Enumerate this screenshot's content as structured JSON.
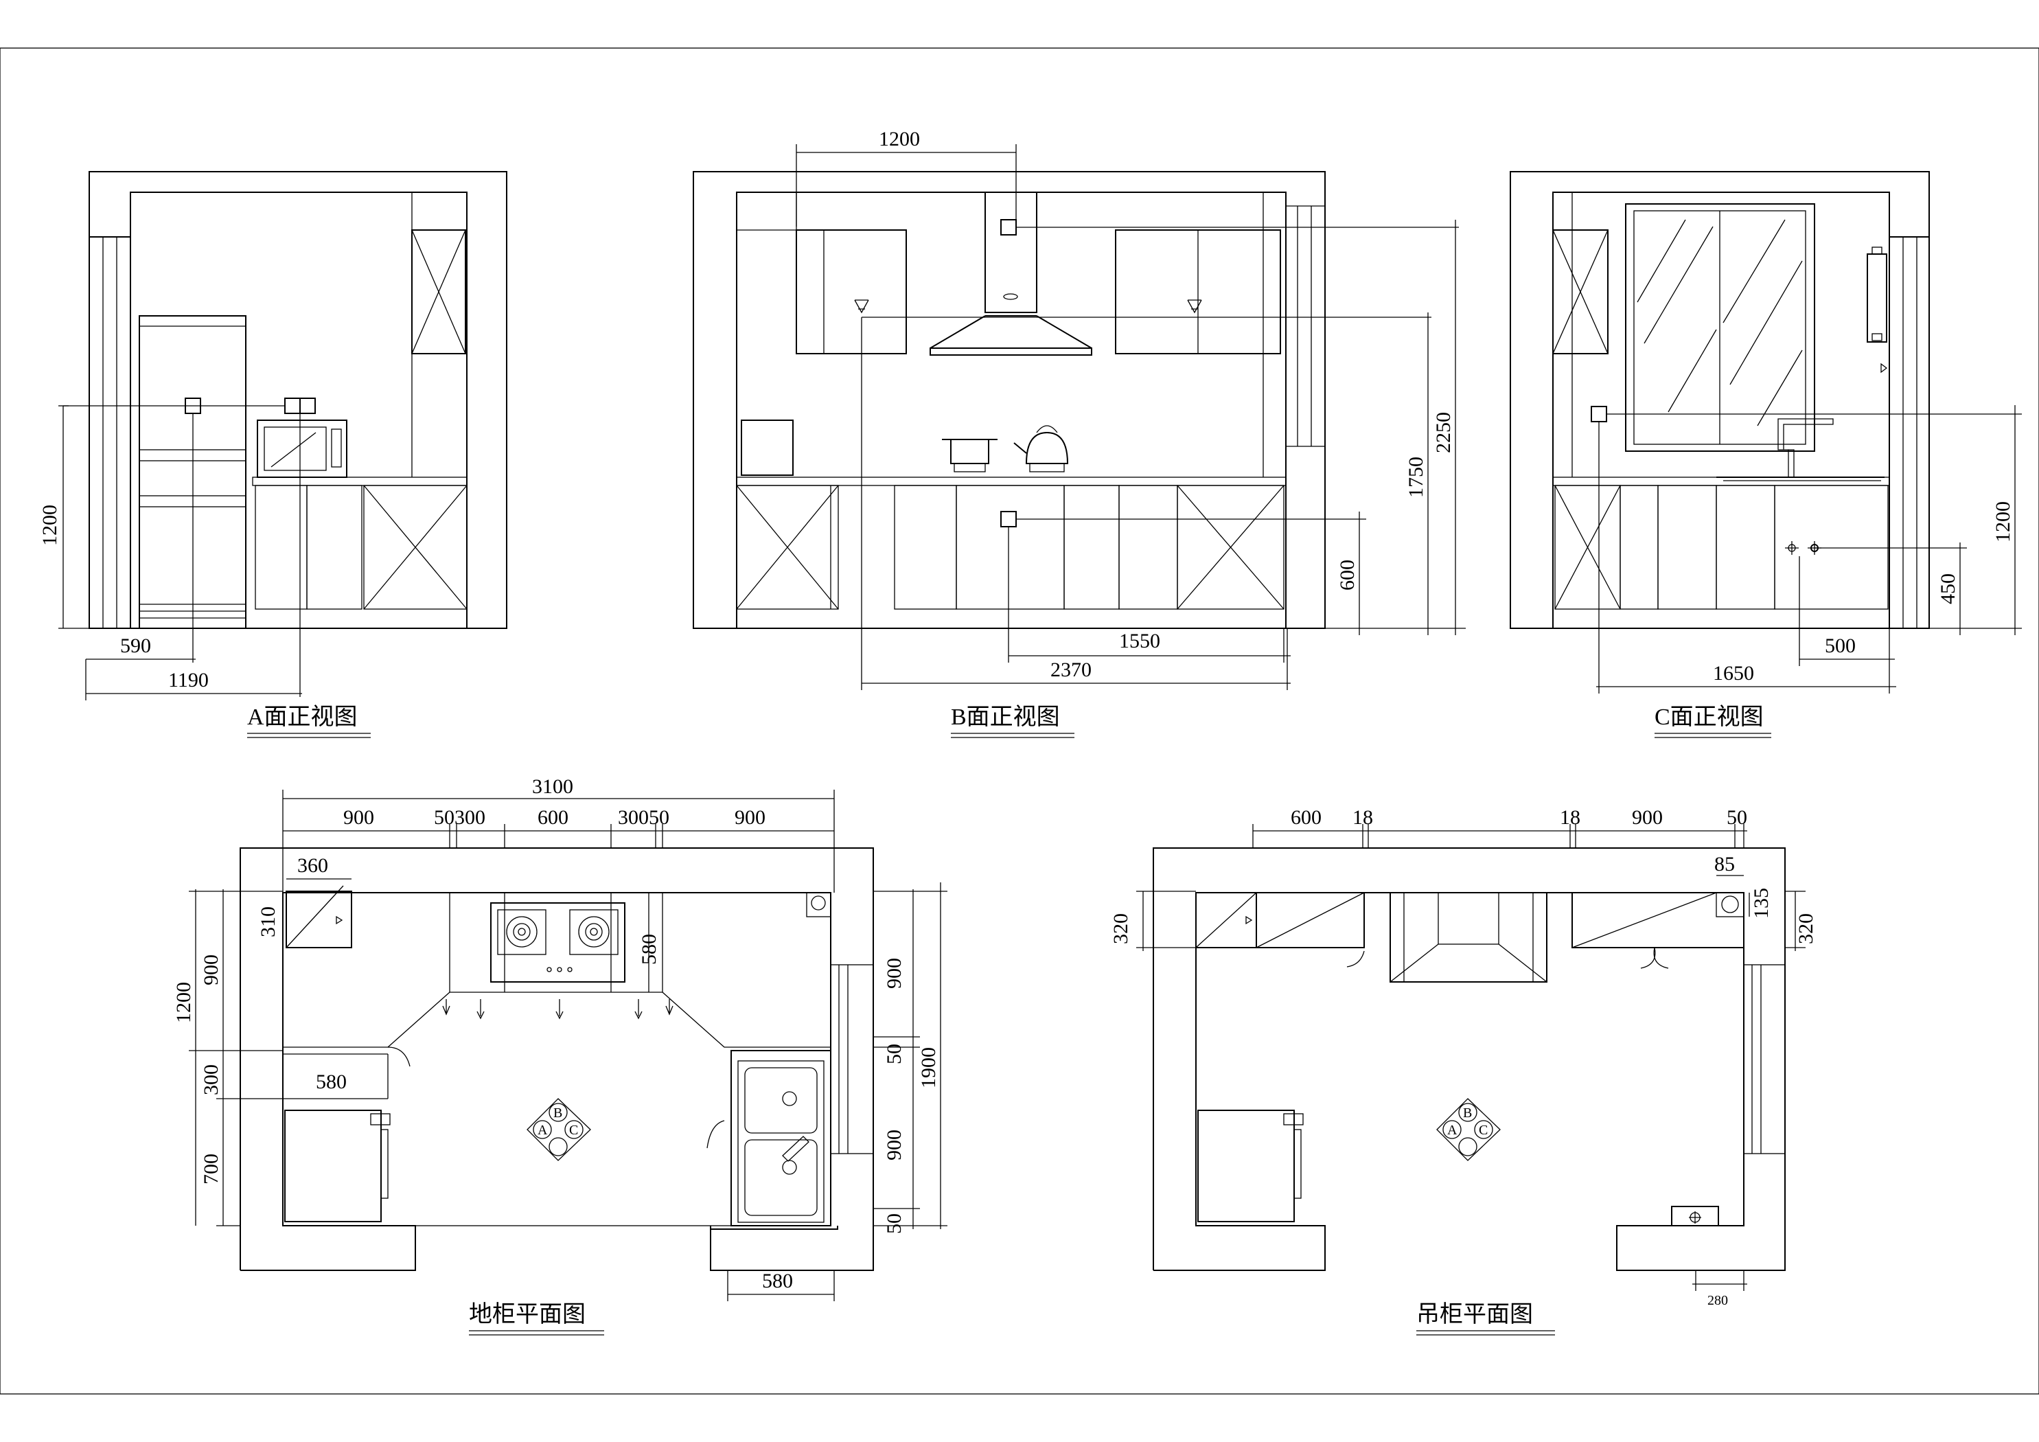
{
  "views": {
    "a": {
      "title": "A面正视图",
      "dims": {
        "height": "1200",
        "w1": "590",
        "w2": "1190"
      }
    },
    "b": {
      "title": "B面正视图",
      "dims": {
        "hood_width": "1200",
        "h1": "2250",
        "h2": "1750",
        "h3": "600",
        "w1": "1550",
        "w2": "2370"
      }
    },
    "c": {
      "title": "C面正视图",
      "dims": {
        "h1": "1200",
        "h2": "450",
        "w1": "500",
        "w2": "1650"
      }
    }
  },
  "plans": {
    "base": {
      "title": "地柜平面图",
      "dims": {
        "total": "3100",
        "top_a": "900",
        "top_b": "50300",
        "top_c": "600",
        "top_d": "30050",
        "top_e": "900",
        "fridge_w": "360",
        "fridge_d": "310",
        "hob_d": "580",
        "left_1200": "1200",
        "left_900": "900",
        "left_300": "300",
        "left_700": "700",
        "counter_580": "580",
        "right_900a": "900",
        "right_50a": "50",
        "right_900b": "900",
        "right_50b": "50",
        "right_1900": "1900",
        "bottom_580": "580"
      }
    },
    "wall": {
      "title": "吊柜平面图",
      "dims": {
        "top_600": "600",
        "top_18a": "18",
        "top_18b": "18",
        "top_900": "900",
        "top_50": "50",
        "left_320": "320",
        "right_320": "320",
        "d85": "85",
        "d135": "135",
        "d280": "280"
      }
    }
  },
  "compass": {
    "a": "A",
    "b": "B",
    "c": "C"
  }
}
